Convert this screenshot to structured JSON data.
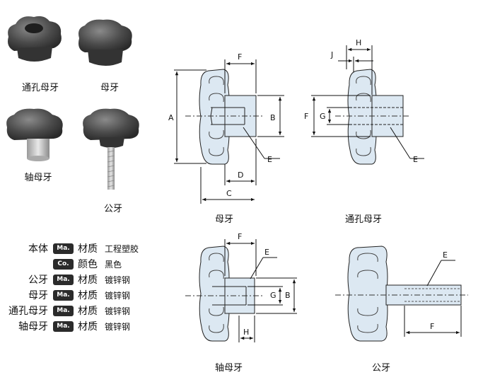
{
  "photos": {
    "through_hole_nut": "通孔母牙",
    "nut": "母牙",
    "shaft_nut": "轴母牙",
    "male": "公牙"
  },
  "materials": [
    {
      "part": "本体",
      "badge": "Ma.",
      "prop": "材质",
      "value": "工程塑胶"
    },
    {
      "part": "",
      "badge": "Co.",
      "prop": "颜色",
      "value": "黑色"
    },
    {
      "part": "公牙",
      "badge": "Ma.",
      "prop": "材质",
      "value": "镀锌钢"
    },
    {
      "part": "母牙",
      "badge": "Ma.",
      "prop": "材质",
      "value": "镀锌钢"
    },
    {
      "part": "通孔母牙",
      "badge": "Ma.",
      "prop": "材质",
      "value": "镀锌钢"
    },
    {
      "part": "轴母牙",
      "badge": "Ma.",
      "prop": "材质",
      "value": "镀锌钢"
    }
  ],
  "drawings": {
    "nut": {
      "caption": "母牙",
      "dims": {
        "A": "A",
        "B": "B",
        "C": "C",
        "D": "D",
        "E": "E",
        "F": "F"
      }
    },
    "through_hole": {
      "caption": "通孔母牙",
      "dims": {
        "H": "H",
        "J": "J",
        "F": "F",
        "G": "G",
        "E": "E"
      }
    },
    "shaft_nut": {
      "caption": "轴母牙",
      "dims": {
        "F": "F",
        "E": "E",
        "G": "G",
        "B": "B",
        "H": "H"
      }
    },
    "male": {
      "caption": "公牙",
      "dims": {
        "E": "E",
        "F": "F"
      }
    }
  }
}
